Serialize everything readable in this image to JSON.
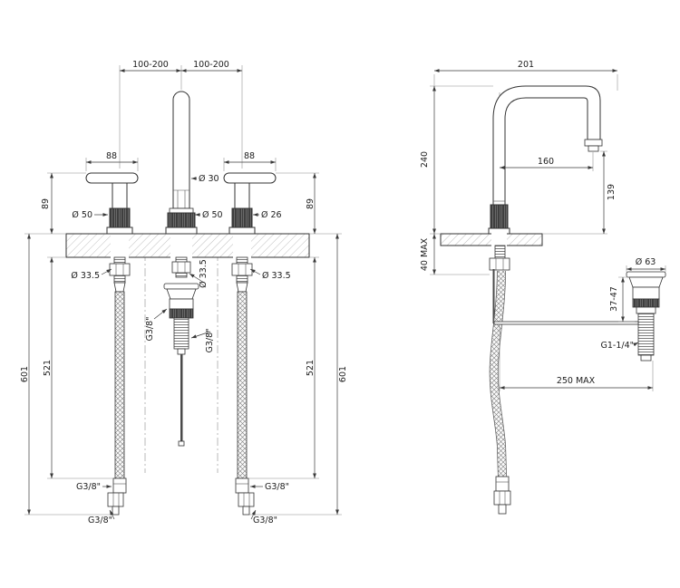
{
  "front_view": {
    "dim_span_left": "100-200",
    "dim_span_right": "100-200",
    "dim_lever_left": "88",
    "dim_lever_right": "88",
    "dim_height_left": "89",
    "dim_height_right": "89",
    "dim_spout_tube": "Ø 30",
    "dim_handle_base_left": "Ø 50",
    "dim_spout_base": "Ø 50",
    "dim_handle_base_right": "Ø 26",
    "dim_shank_left": "Ø 33.5",
    "dim_shank_center": "Ø 33.5",
    "dim_shank_right": "Ø 33.5",
    "dim_hose_left": "521",
    "dim_hose_right": "521",
    "dim_total_left": "601",
    "dim_total_right": "601",
    "thread_drain_upper": "G3/8\"",
    "thread_drain_lower": "G3/8\"",
    "thread_hose_left_end": "G3/8\"",
    "thread_hose_left_tip": "G3/8\"",
    "thread_hose_right_end": "G3/8\"",
    "thread_hose_right_tip": "G3/8\""
  },
  "side_view": {
    "dim_depth": "201",
    "dim_height": "240",
    "dim_reach": "160",
    "dim_outlet_height": "139",
    "dim_deck_thickness": "40 MAX",
    "dim_waste_diameter": "Ø 63",
    "dim_waste_adjust": "37-47",
    "thread_waste": "G1-1/4\"",
    "dim_rod_length": "250 MAX"
  }
}
